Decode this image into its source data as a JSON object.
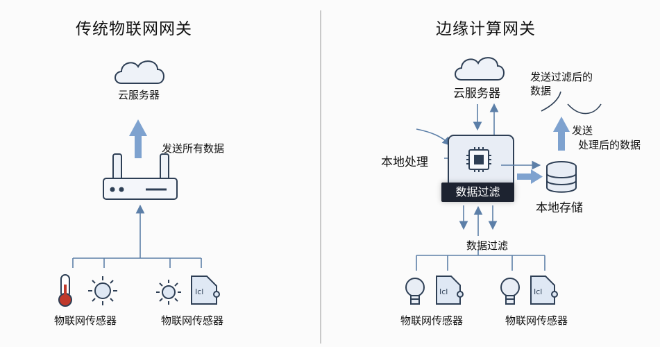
{
  "left": {
    "title": "传统物联网网关",
    "cloud_label": "云服务器",
    "send_label": "发送所有数据",
    "sensors_label_1": "物联网传感器",
    "sensors_label_2": "物联网传感器"
  },
  "right": {
    "title": "边缘计算网关",
    "cloud_label": "云服务器",
    "filtered_send_label_1": "发送过滤后的",
    "filtered_send_label_2": "数据",
    "local_process_label": "本地处理",
    "data_filter_tag": "数据过滤",
    "local_storage_label": "本地存储",
    "send_processed_label_1": "发送",
    "send_processed_label_2": "处理后的数据",
    "data_filter_label": "数据过滤",
    "sensors_label_1": "物联网传感器",
    "sensors_label_2": "物联网传感器"
  },
  "colors": {
    "line": "#5c7fa8",
    "arrow": "#6b8fc0",
    "fill_light": "#e9eef6",
    "icon_stroke": "#2e3f55"
  }
}
